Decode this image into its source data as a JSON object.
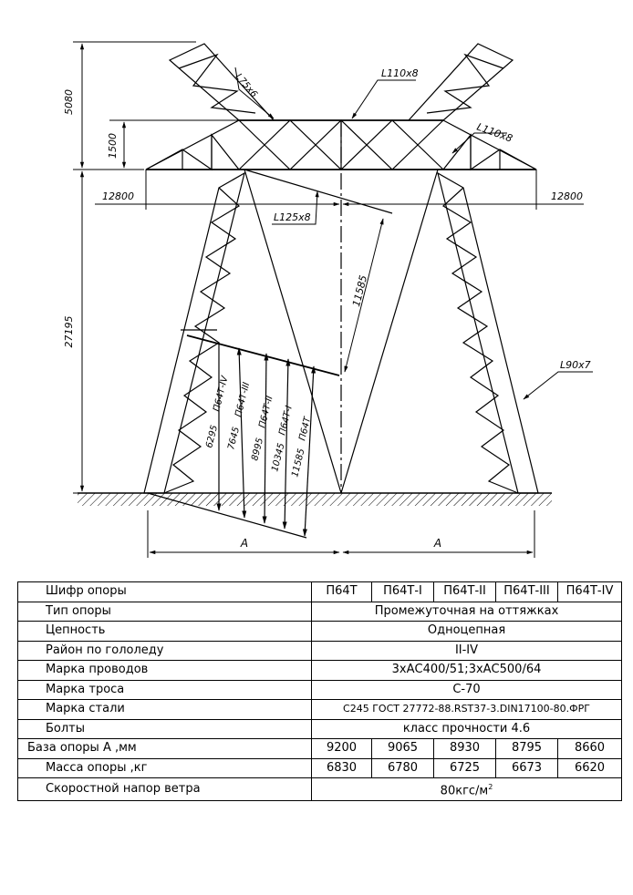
{
  "drawing": {
    "dimensions": {
      "arm_top_height": "5080",
      "crossarm_height": "1500",
      "tower_height": "27195",
      "span_left": "12800",
      "span_right": "12800",
      "guy_length": "11585",
      "base_half_left": "A",
      "base_half_right": "A"
    },
    "profiles": {
      "peak": "L75x6",
      "crossarm_top": "L110x8",
      "crossarm_side": "L110x8",
      "inner_brace": "L125x8",
      "leg": "L90x7"
    },
    "variants": [
      {
        "length": "6295",
        "code": "П64Т-IV"
      },
      {
        "length": "7645",
        "code": "П64Т-III"
      },
      {
        "length": "8995",
        "code": "П64Т-II"
      },
      {
        "length": "10345",
        "code": "П64Т-I"
      },
      {
        "length": "11585",
        "code": "П64Т"
      }
    ]
  },
  "table": {
    "rows": [
      {
        "label": "Шифр опоры",
        "values": [
          "П64Т",
          "П64Т-I",
          "П64Т-II",
          "П64Т-III",
          "П64Т-IV"
        ]
      },
      {
        "label": "Тип опоры",
        "values": [
          "Промежуточная на оттяжках"
        ]
      },
      {
        "label": "Цепность",
        "values": [
          "Одноцепная"
        ]
      },
      {
        "label": "Район по гололеду",
        "values": [
          "II-IV"
        ]
      },
      {
        "label": "Марка проводов",
        "values": [
          "3хАС400/51;3хАС500/64"
        ]
      },
      {
        "label": "Марка троса",
        "values": [
          "С-70"
        ]
      },
      {
        "label": "Марка стали",
        "values": [
          "С245 ГОСТ 27772-88.RST37-3.DIN17100-80.ФРГ"
        ]
      },
      {
        "label": "Болты",
        "values": [
          "класс прочности 4.6"
        ]
      },
      {
        "label": "База опоры А ,мм",
        "values": [
          "9200",
          "9065",
          "8930",
          "8795",
          "8660"
        ]
      },
      {
        "label": "Масса опоры ,кг",
        "values": [
          "6830",
          "6780",
          "6725",
          "6673",
          "6620"
        ]
      },
      {
        "label": "Скоростной напор ветра",
        "values": [
          "80кгс/м"
        ],
        "superscript": "2"
      }
    ]
  }
}
